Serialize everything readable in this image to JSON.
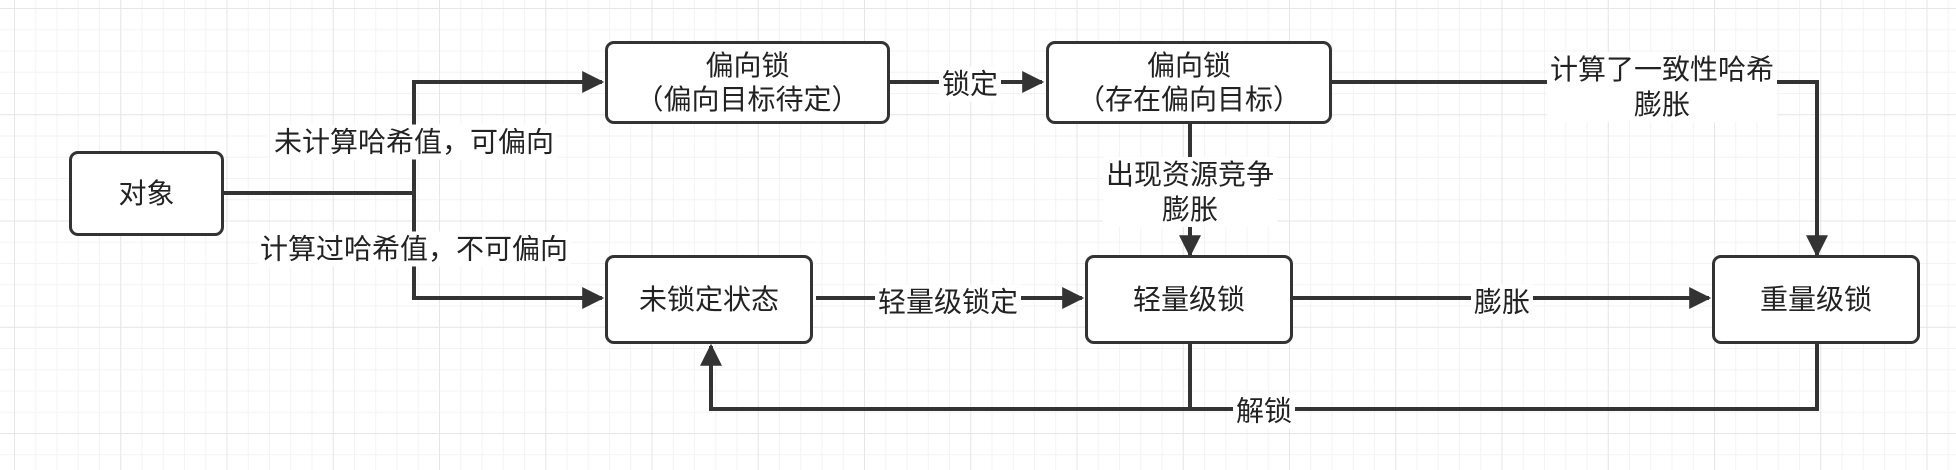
{
  "nodes": {
    "object": "对象",
    "biased_pending": [
      "偏向锁",
      "（偏向目标待定）"
    ],
    "biased_exists": [
      "偏向锁",
      "（存在偏向目标）"
    ],
    "unlocked": "未锁定状态",
    "lightweight": "轻量级锁",
    "heavyweight": "重量级锁"
  },
  "edge_labels": {
    "not_hashed": "未计算哈希值，可偏向",
    "hashed": "计算过哈希值，不可偏向",
    "lock": "锁定",
    "lightweight_lock": "轻量级锁定",
    "contention": [
      "出现资源竞争",
      "膨胀"
    ],
    "identity_hash": [
      "计算了一致性哈希",
      "膨胀"
    ],
    "inflate": "膨胀",
    "unlock": "解锁"
  },
  "colors": {
    "line": "#333333",
    "text": "#222222",
    "grid": "#e6e6e6"
  }
}
